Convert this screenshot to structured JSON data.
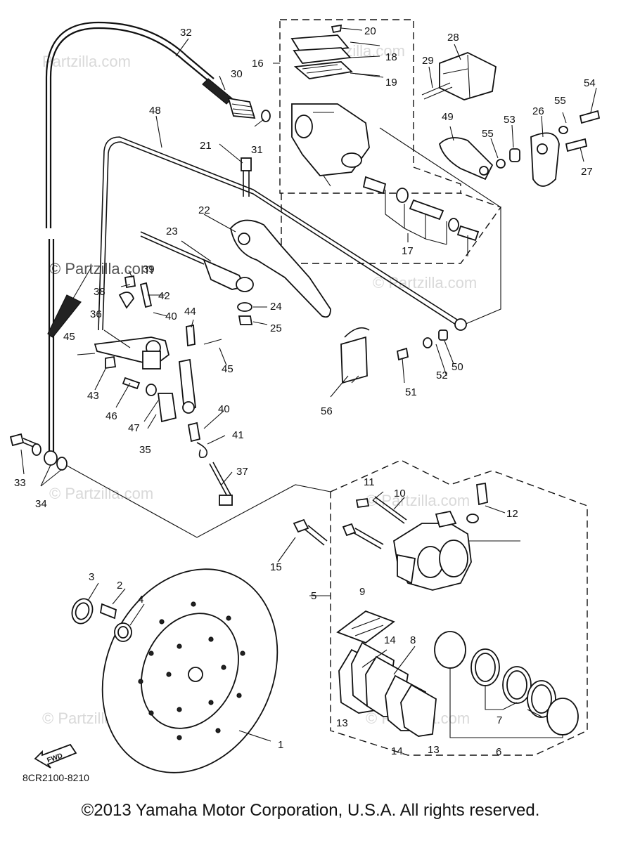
{
  "labels": {
    "n1": "1",
    "n2": "2",
    "n3": "3",
    "n4": "4",
    "n5": "5",
    "n6": "6",
    "n7": "7",
    "n8": "8",
    "n9": "9",
    "n10": "10",
    "n11": "11",
    "n12": "12",
    "n13a": "13",
    "n13b": "13",
    "n14a": "14",
    "n14b": "14",
    "n15": "15",
    "n16": "16",
    "n17": "17",
    "n18": "18",
    "n19": "19",
    "n20": "20",
    "n21": "21",
    "n22": "22",
    "n23": "23",
    "n24": "24",
    "n25": "25",
    "n26": "26",
    "n27": "27",
    "n28": "28",
    "n29": "29",
    "n30": "30",
    "n31": "31",
    "n32": "32",
    "n33": "33",
    "n34": "34",
    "n35": "35",
    "n36": "36",
    "n37": "37",
    "n38": "38",
    "n39": "39",
    "n40a": "40",
    "n40b": "40",
    "n41": "41",
    "n42": "42",
    "n43": "43",
    "n44": "44",
    "n45a": "45",
    "n45b": "45",
    "n46": "46",
    "n47": "47",
    "n48": "48",
    "n49": "49",
    "n50": "50",
    "n51": "51",
    "n52": "52",
    "n53": "53",
    "n54": "54",
    "n55a": "55",
    "n55b": "55",
    "n56": "56"
  },
  "watermark": "© Partzilla.com",
  "watermark_short": "Partzilla.com",
  "fwd": "FWD",
  "diagram_code": "8CR2100-8210",
  "copyright": "©2013 Yamaha Motor Corporation, U.S.A. All rights reserved."
}
